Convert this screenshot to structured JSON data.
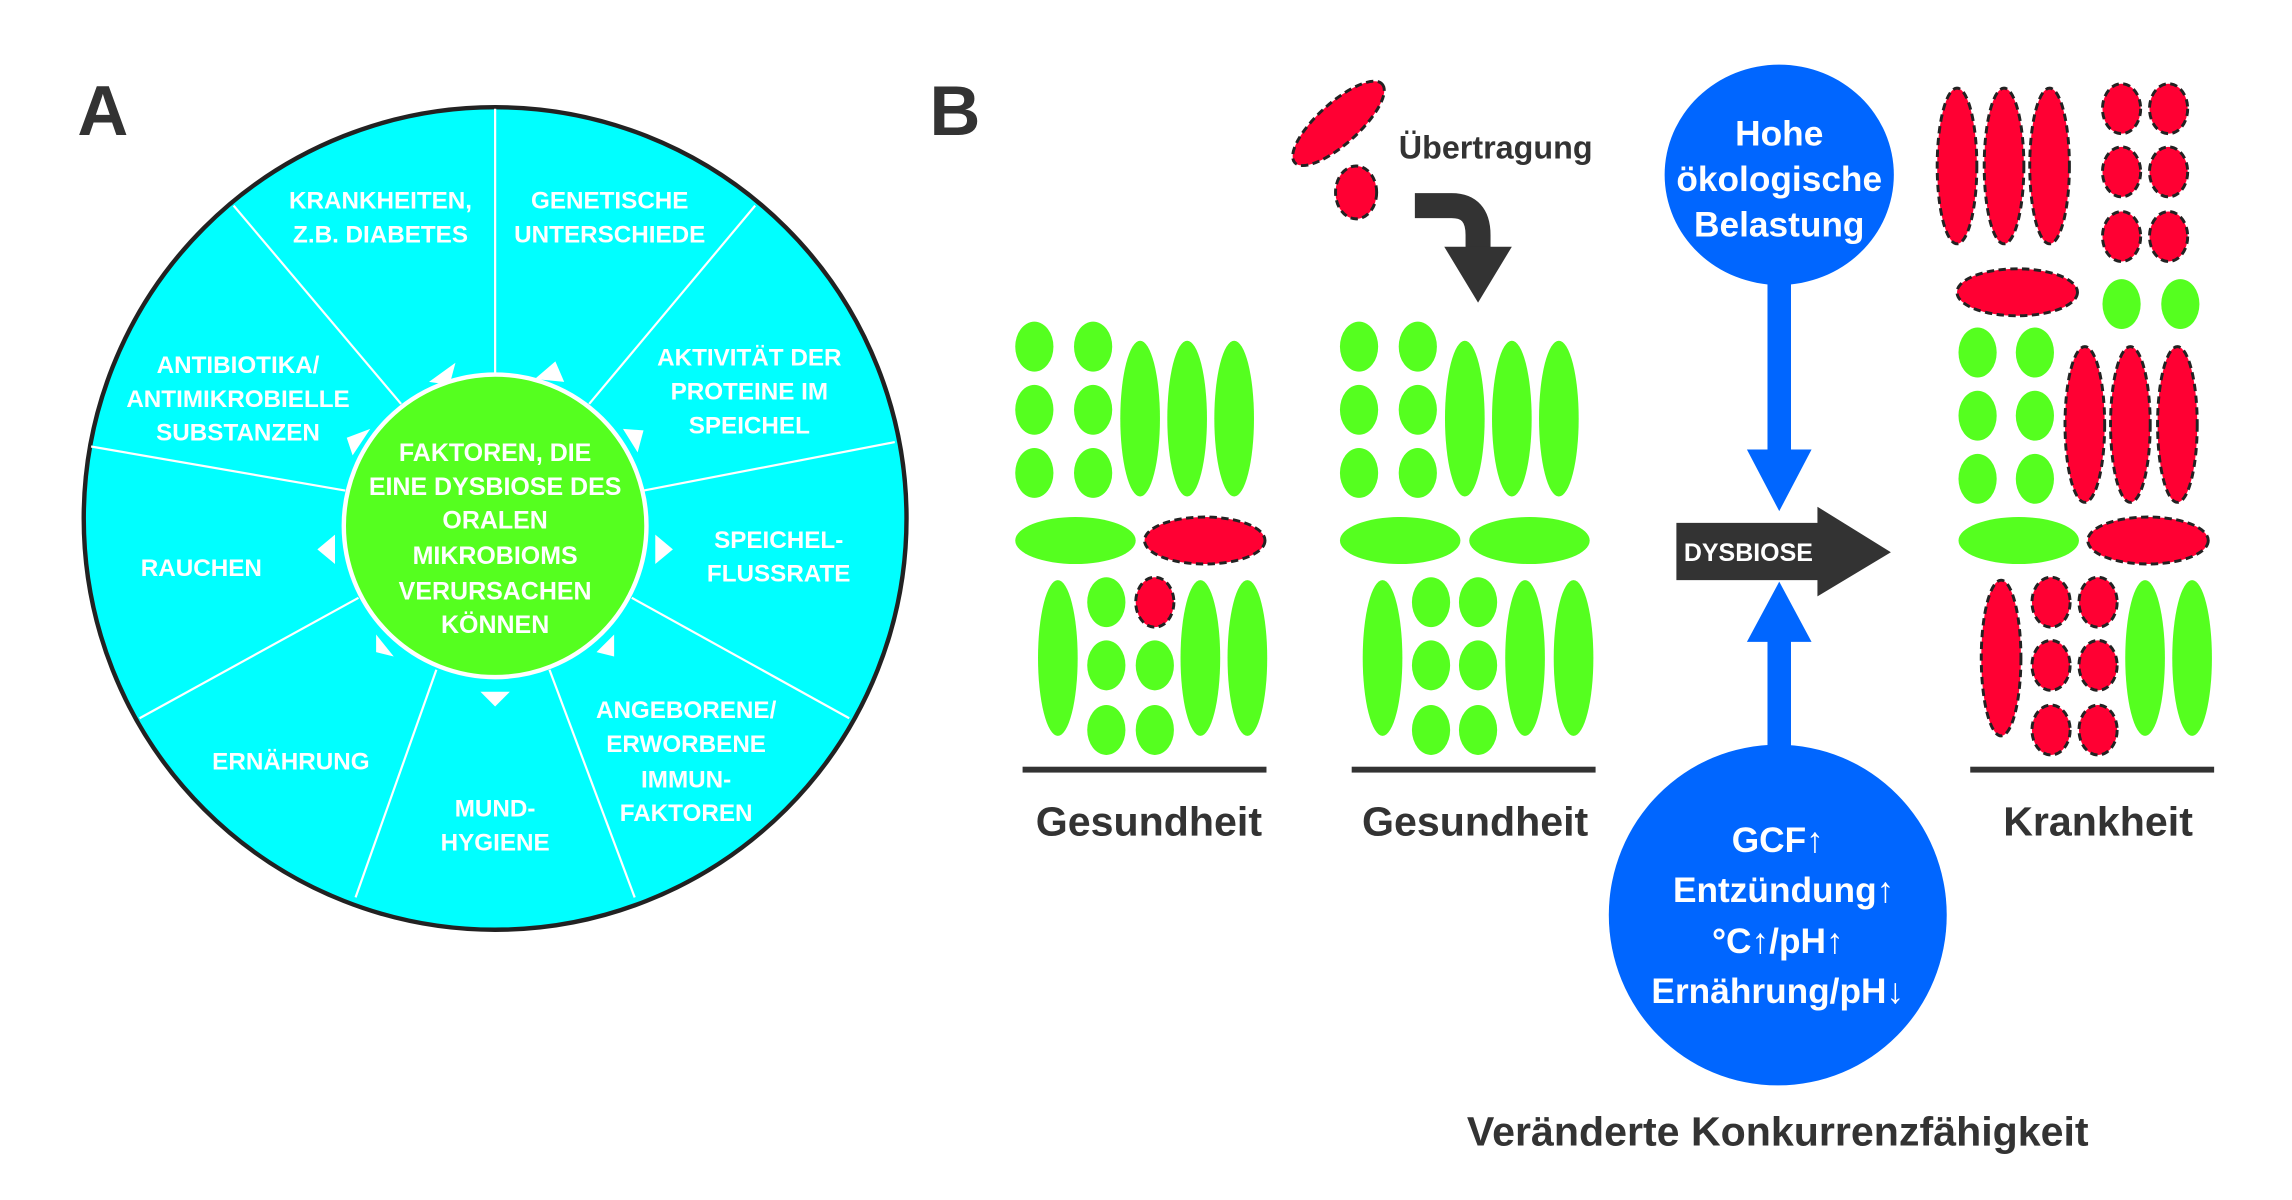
{
  "panel_a": {
    "label": "A",
    "center": [
      "FAKTOREN, DIE",
      "EINE DYSBIOSE DES",
      "ORALEN",
      "MIKROBIOMS",
      "VERURSACHEN",
      "KÖNNEN"
    ],
    "segments": [
      {
        "lines": [
          "KRANKHEITEN,",
          "Z.B. DIABETES"
        ]
      },
      {
        "lines": [
          "GENETISCHE",
          "UNTERSCHIEDE"
        ]
      },
      {
        "lines": [
          "AKTIVITÄT DER",
          "PROTEINE IM",
          "SPEICHEL"
        ]
      },
      {
        "lines": [
          "SPEICHEL-",
          "FLUSSRATE"
        ]
      },
      {
        "lines": [
          "ANGEBORENE/",
          "ERWORBENE",
          "IMMUN-",
          "FAKTOREN"
        ]
      },
      {
        "lines": [
          "MUND-",
          "HYGIENE"
        ]
      },
      {
        "lines": [
          "ERNÄHRUNG"
        ]
      },
      {
        "lines": [
          "RAUCHEN"
        ]
      },
      {
        "lines": [
          "ANTIBIOTIKA/",
          "ANTIMIKROBIELLE",
          "SUBSTANZEN"
        ]
      }
    ],
    "colors": {
      "outer": "#00ffff",
      "center": "#55ff1f"
    }
  },
  "panel_b": {
    "label": "B",
    "transmission": "Übertragung",
    "states": [
      "Gesundheit",
      "Gesundheit",
      "Krankheit"
    ],
    "top_circle": [
      "Hohe",
      "ökologische",
      "Belastung"
    ],
    "bottom_circle": [
      "GCF↑",
      "Entzündung↑",
      "°C↑/pH↑",
      "Ernährung/pH↓"
    ],
    "arrow_label": "DYSBIOSE",
    "caption": "Veränderte Konkurrenzfähigkeit",
    "colors": {
      "healthy": "#55ff1f",
      "pathogen": "#ff0033",
      "pressure": "#0066ff"
    }
  }
}
